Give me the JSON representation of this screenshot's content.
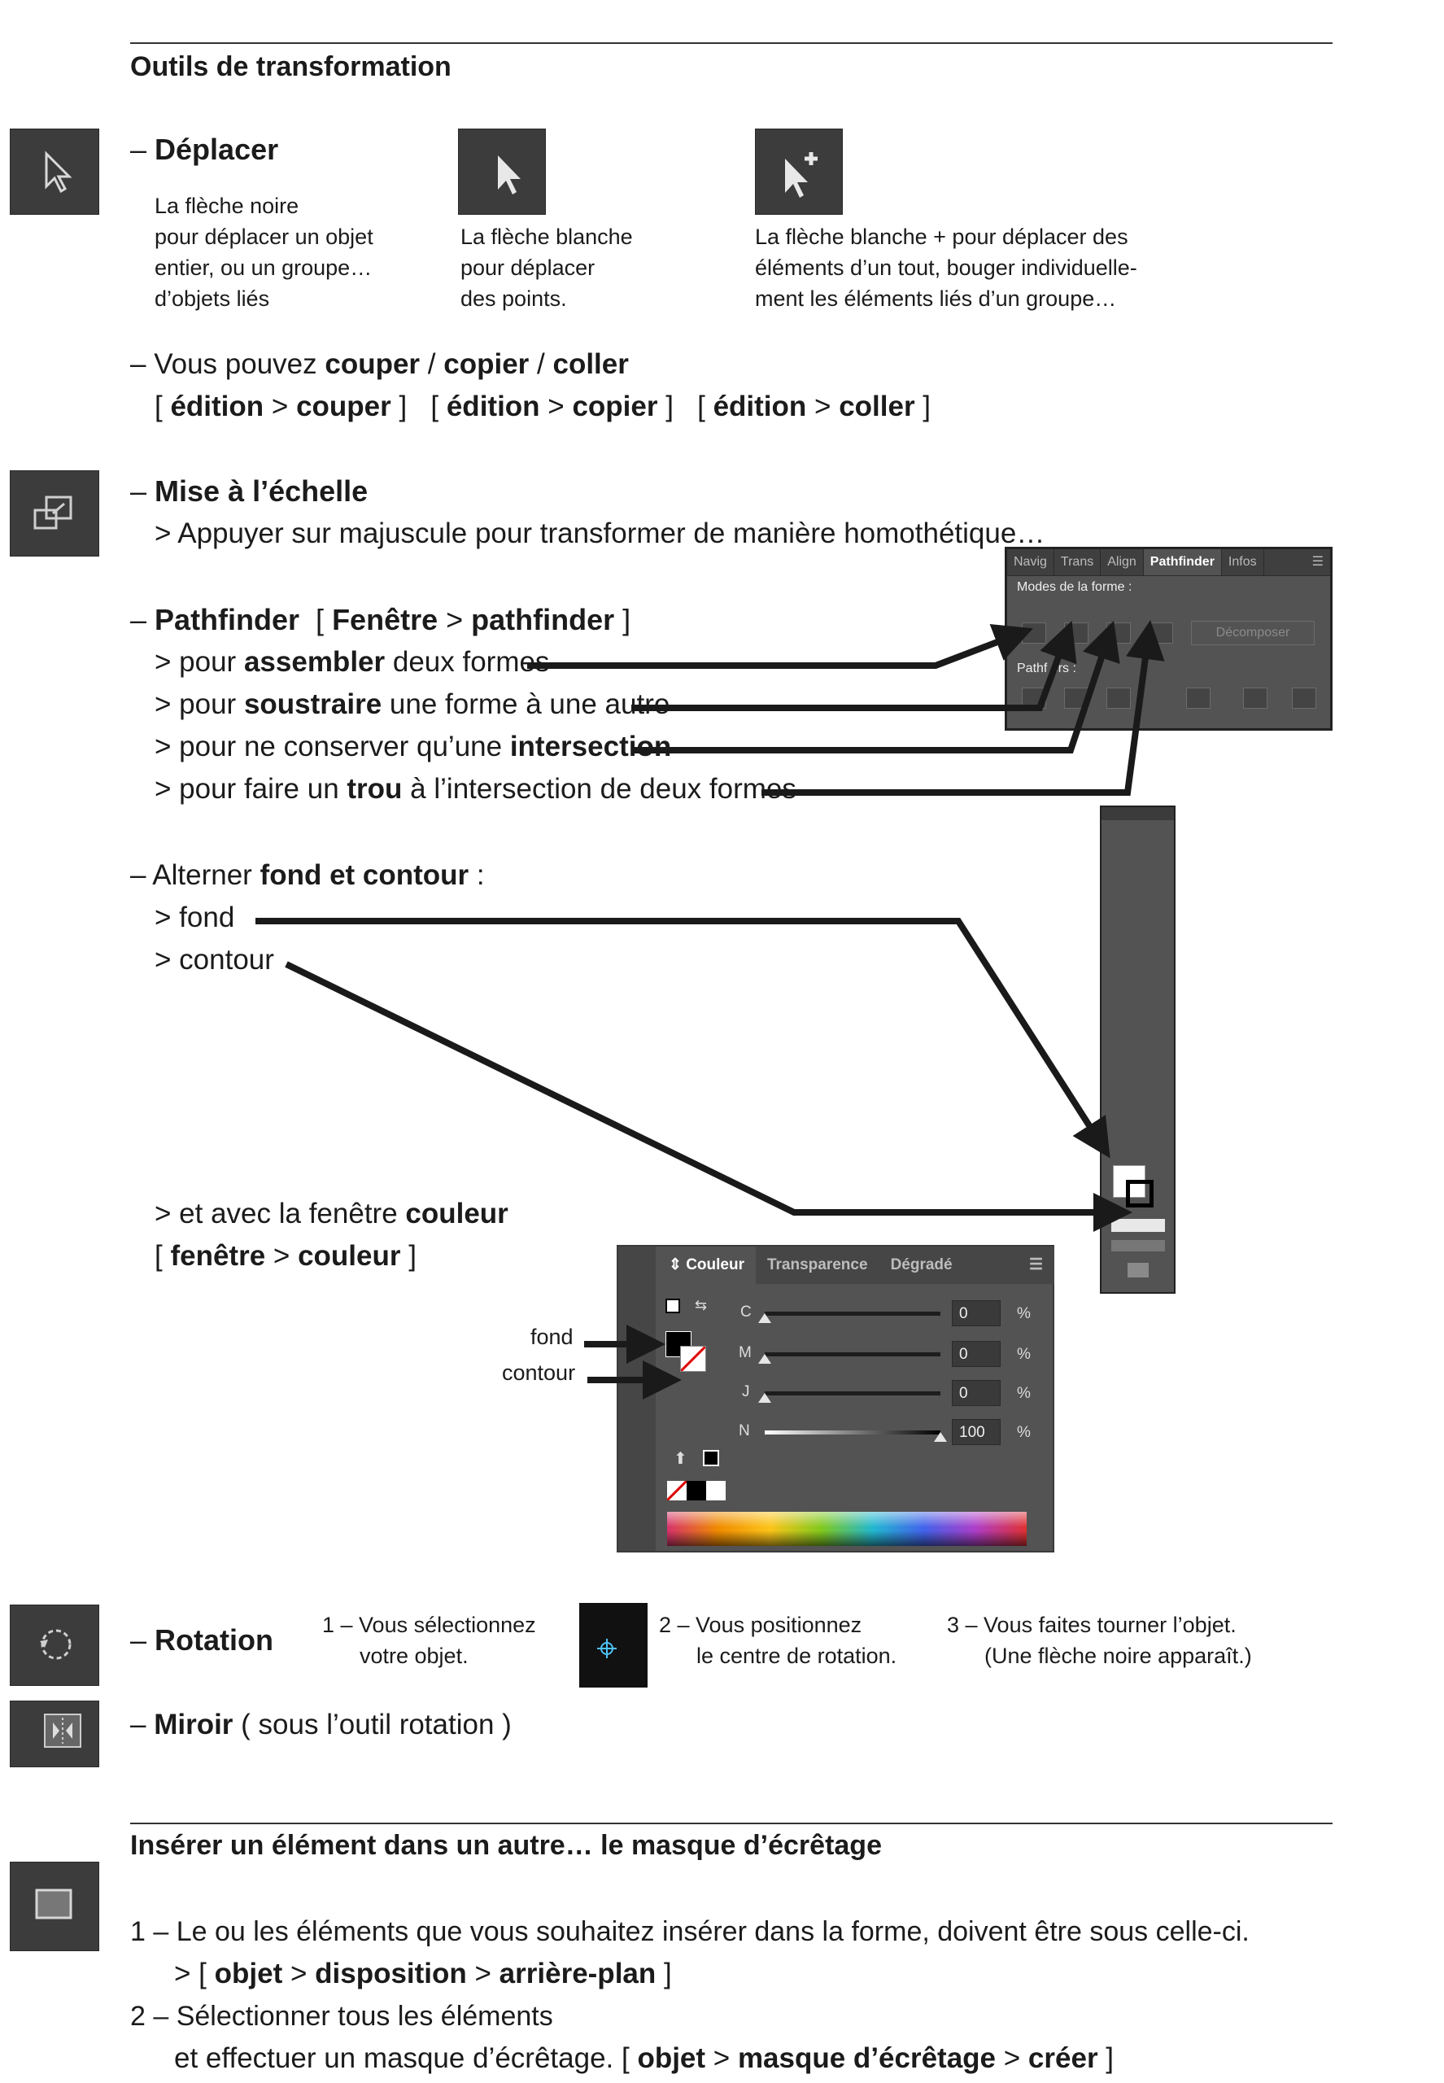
{
  "section1": {
    "title": "Outils de transformation",
    "deplacer": {
      "label": "Déplacer",
      "items": [
        [
          "La flèche noire",
          "pour déplacer un objet",
          "entier, ou un groupe…",
          "d’objets liés"
        ],
        [
          "La flèche blanche",
          "pour déplacer",
          "des points."
        ],
        [
          "La flèche blanche + pour déplacer des",
          "éléments d’un tout, bouger individuelle-",
          "ment les éléments liés d’un groupe…"
        ]
      ]
    },
    "couper": {
      "prefix": "Vous pouvez ",
      "words": [
        "couper",
        "copier",
        "coller"
      ],
      "menus": [
        [
          "édition",
          "couper"
        ],
        [
          "édition",
          "copier"
        ],
        [
          "édition",
          "coller"
        ]
      ]
    },
    "echelle": {
      "label": "Mise à l’échelle",
      "note": "> Appuyer sur majuscule pour transformer de manière homothétique…"
    },
    "pathfinder": {
      "label": "Pathfinder",
      "menu": [
        "Fenêtre",
        "pathfinder"
      ],
      "lines": [
        {
          "pre": "> pour ",
          "bold": "assembler",
          "post": " deux formes"
        },
        {
          "pre": "> pour ",
          "bold": "soustraire",
          "post": " une forme à une autre"
        },
        {
          "pre": "> pour ne conserver qu’une ",
          "bold": "intersection",
          "post": ""
        },
        {
          "pre": "> pour faire un ",
          "bold": "trou",
          "post": " à l’intersection de deux formes"
        }
      ],
      "panel": {
        "tabs": [
          "Navig",
          "Trans",
          "Align",
          "Pathfinder",
          "Infos"
        ],
        "modes_label": "Modes de la forme :",
        "decomposer": "Décomposer",
        "pathfinders_label": "Pathf   ers :"
      }
    },
    "fond_contour": {
      "pre": "Alterner ",
      "bold": "fond et contour",
      "post": " :",
      "fond": "> fond",
      "contour": "> contour",
      "couleur_pre": "> et avec la fenêtre ",
      "couleur_bold": "couleur",
      "couleur_menu": [
        "fenêtre",
        "couleur"
      ]
    },
    "color_panel": {
      "tabs": [
        "Couleur",
        "Transparence",
        "Dégradé"
      ],
      "fond_label": "fond",
      "contour_label": "contour",
      "channels": [
        {
          "name": "C",
          "value": "0",
          "level": 0
        },
        {
          "name": "M",
          "value": "0",
          "level": 0
        },
        {
          "name": "J",
          "value": "0",
          "level": 0
        },
        {
          "name": "N",
          "value": "100",
          "level": 100
        }
      ],
      "unit": "%"
    },
    "rotation": {
      "label": "Rotation",
      "steps": [
        [
          "1 – Vous sélectionnez",
          "votre objet."
        ],
        [
          "2 – Vous positionnez",
          "le centre de rotation."
        ],
        [
          "3 – Vous faites tourner l’objet.",
          "(Une flèche noire apparaît.)"
        ]
      ]
    },
    "miroir": {
      "label": "Miroir",
      "note": "( sous l’outil rotation )"
    }
  },
  "section2": {
    "title": "Insérer un élément dans un autre… le masque d’écrêtage",
    "step1": "1 – Le ou les éléments que vous souhaitez insérer dans la forme, doivent être sous celle-ci.",
    "step1_menu": [
      "objet",
      "disposition",
      "arrière-plan"
    ],
    "step2a": "2 – Sélectionner tous les éléments",
    "step2b": "et effectuer un masque d’écrêtage. [ ",
    "step2_menu": [
      "objet",
      "masque d’écrêtage",
      "créer"
    ]
  }
}
